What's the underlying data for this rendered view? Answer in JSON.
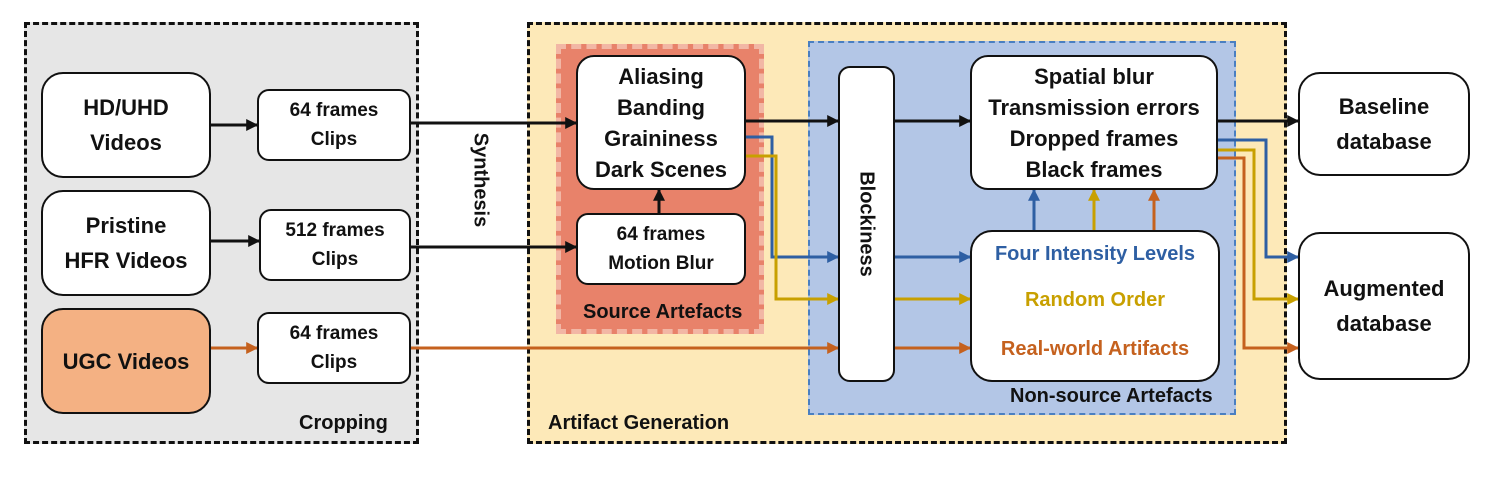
{
  "colors": {
    "black": "#111111",
    "blue": "#2e5fa3",
    "gold": "#c8a000",
    "orange": "#c5611e",
    "ugc_fill": "#f4b183",
    "source_fill": "#e8826a",
    "nonsource_fill": "#b3c6e6",
    "generation_fill": "#fde9b8",
    "cropping_fill": "#e6e6e6"
  },
  "regions": {
    "cropping": "Cropping",
    "artifact_generation": "Artifact Generation",
    "source_artefacts": "Source Artefacts",
    "non_source_artefacts": "Non-source Artefacts"
  },
  "inputs": {
    "hd_uhd": "HD/UHD\nVideos",
    "pristine_hfr": "Pristine\nHFR Videos",
    "ugc": "UGC Videos"
  },
  "clips": {
    "clip_64_a": "64 frames\nClips",
    "clip_512": "512 frames\nClips",
    "clip_64_b": "64 frames\nClips"
  },
  "synthesis_label": "Synthesis",
  "source_box": "Aliasing\nBanding\nGraininess\nDark Scenes",
  "motion_blur_box": "64 frames\nMotion Blur",
  "blockiness": "Blockiness",
  "nonsource_box": "Spatial blur\nTransmission errors\nDropped frames\nBlack frames",
  "modes": {
    "intensity": "Four Intensity Levels",
    "random": "Random Order",
    "real_world": "Real-world Artifacts"
  },
  "outputs": {
    "baseline": "Baseline\ndatabase",
    "augmented": "Augmented\ndatabase"
  }
}
